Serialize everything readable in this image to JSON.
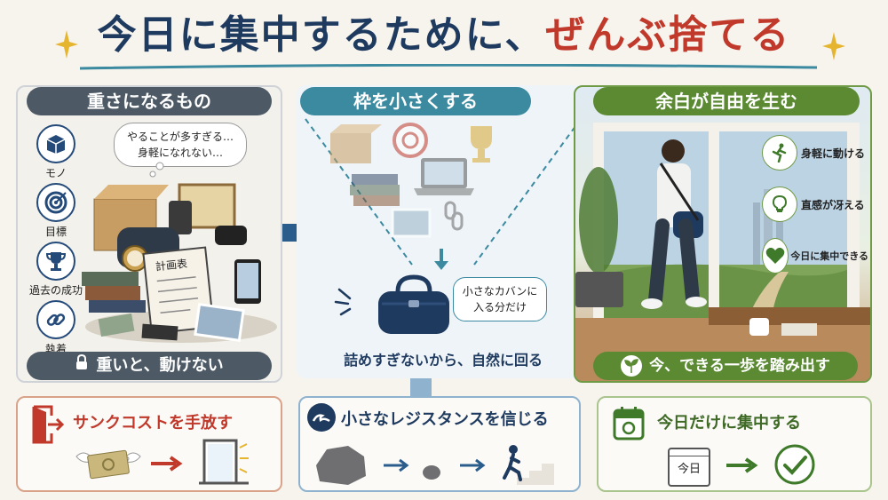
{
  "title": {
    "main": "今日に集中するために、",
    "accent": "ぜんぶ捨てる"
  },
  "left": {
    "header": "重さになるもの",
    "icons": [
      {
        "label": "モノ",
        "icon": "box-icon"
      },
      {
        "label": "目標",
        "icon": "target-icon"
      },
      {
        "label": "過去の成功",
        "icon": "trophy-icon"
      },
      {
        "label": "執着",
        "icon": "chain-icon"
      }
    ],
    "bubble_line1": "やることが多すぎる…",
    "bubble_line2": "身軽になれない…",
    "clutter_note": "計画表",
    "footer": "重いと、動けない"
  },
  "mid": {
    "header": "枠を小さくする",
    "bubble_line1": "小さなカバンに",
    "bubble_line2": "入る分だけ",
    "caption": "詰めすぎないから、自然に回る"
  },
  "right": {
    "header": "余白が自由を生む",
    "benefits": [
      {
        "label": "身軽に動ける",
        "icon": "running-person-icon"
      },
      {
        "label": "直感が冴える",
        "icon": "lightbulb-icon"
      },
      {
        "label": "今日に集中できる",
        "icon": "heart-icon"
      }
    ],
    "footer": "今、できる一歩を踏み出す"
  },
  "bottom": {
    "left_title": "サンクコストを手放す",
    "mid_title": "小さなレジスタンスを信じる",
    "right_title": "今日だけに集中する",
    "calendar_label": "今日"
  },
  "colors": {
    "navy": "#1f3a5f",
    "red": "#c0392b",
    "teal": "#3b8aa0",
    "green": "#5b8a32",
    "slate": "#4d5a66"
  }
}
